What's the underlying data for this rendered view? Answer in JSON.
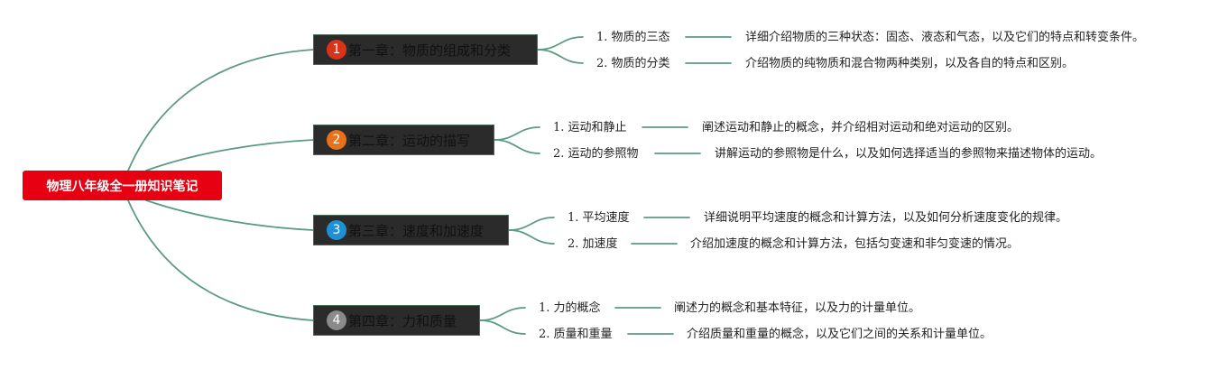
{
  "root": {
    "title": "物理八年级全一册知识笔记"
  },
  "colors": {
    "link": "#5c9a82",
    "root_bg": "#e60012",
    "chapter_bg": "#2b2b2b"
  },
  "chapters": [
    {
      "number": "1",
      "badge_color": "#d9341a",
      "title": "第一章：物质的组成和分类",
      "items": [
        {
          "label": "1. 物质的三态",
          "desc": "详细介绍物质的三种状态：固态、液态和气态，以及它们的特点和转变条件。"
        },
        {
          "label": "2. 物质的分类",
          "desc": "介绍物质的纯物质和混合物两种类别，以及各自的特点和区别。"
        }
      ]
    },
    {
      "number": "2",
      "badge_color": "#e8711c",
      "title": "第二章：运动的描写",
      "items": [
        {
          "label": "1. 运动和静止",
          "desc": "阐述运动和静止的概念，并介绍相对运动和绝对运动的区别。"
        },
        {
          "label": "2. 运动的参照物",
          "desc": "讲解运动的参照物是什么，以及如何选择适当的参照物来描述物体的运动。"
        }
      ]
    },
    {
      "number": "3",
      "badge_color": "#1e90d6",
      "title": "第三章：速度和加速度",
      "items": [
        {
          "label": "1. 平均速度",
          "desc": "详细说明平均速度的概念和计算方法，以及如何分析速度变化的规律。"
        },
        {
          "label": "2. 加速度",
          "desc": "介绍加速度的概念和计算方法，包括匀变速和非匀变速的情况。"
        }
      ]
    },
    {
      "number": "4",
      "badge_color": "#8a8a8a",
      "title": "第四章：力和质量",
      "items": [
        {
          "label": "1. 力的概念",
          "desc": "阐述力的概念和基本特征，以及力的计量单位。"
        },
        {
          "label": "2. 质量和重量",
          "desc": "介绍质量和重量的概念，以及它们之间的关系和计量单位。"
        }
      ]
    }
  ]
}
